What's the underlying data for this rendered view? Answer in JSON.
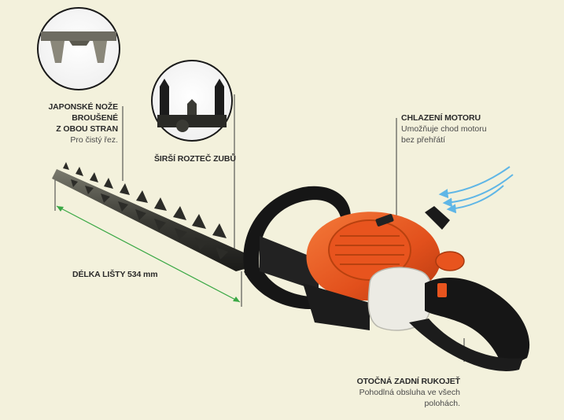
{
  "callouts": {
    "japanese_blades": {
      "title_lines": [
        "JAPONSKÉ NOŽE",
        "BROUŠENÉ",
        "Z OBOU STRAN"
      ],
      "desc": "Pro čistý řez."
    },
    "tooth_spacing": {
      "title": "ŠIRŠÍ ROZTEČ ZUBŮ"
    },
    "engine_cooling": {
      "title": "CHLAZENÍ MOTORU",
      "desc_lines": [
        "Umožňuje chod motoru",
        "bez přehřátí"
      ]
    },
    "bar_length": {
      "title": "DÉLKA LIŠTY 534 mm"
    },
    "rear_handle": {
      "title": "OTOČNÁ ZADNÍ RUKOJEŤ",
      "desc_lines": [
        "Pohodlná obsluha ve všech",
        "polohách."
      ]
    }
  },
  "colors": {
    "background": "#f3f1dc",
    "engine_orange": "#e8541e",
    "tank_white": "#ecebe4",
    "frame_black": "#1b1b1b",
    "measure_line": "#3aa845",
    "airflow_blue": "#5fb6e6"
  },
  "icons": [
    "blade-closeup-icon",
    "tooth-spacing-closeup-icon",
    "airflow-arrows-icon"
  ]
}
